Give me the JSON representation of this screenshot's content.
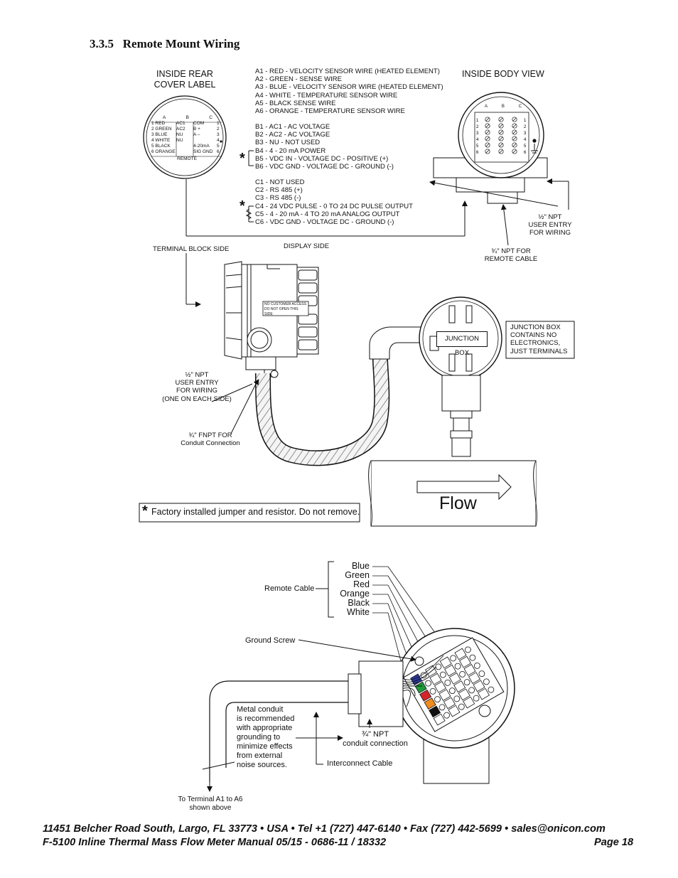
{
  "section": {
    "number": "3.3.5",
    "title": "Remote Mount Wiring"
  },
  "labels": {
    "inside_rear_cover": [
      "INSIDE REAR",
      "COVER LABEL"
    ],
    "inside_body_view": "INSIDE BODY VIEW",
    "terminal_block_side": "TERMINAL BLOCK SIDE",
    "display_side": "DISPLAY SIDE",
    "npt_half_body": [
      "½\" NPT",
      "USER ENTRY",
      "FOR WIRING"
    ],
    "npt_3q_remote": [
      "¾\" NPT FOR",
      "REMOTE CABLE"
    ],
    "npt_half_sides": [
      "½\" NPT",
      "USER ENTRY",
      "FOR WIRING",
      "(ONE ON EACH SIDE)"
    ],
    "fnpt_conduit": [
      "¾\" FNPT FOR",
      "Conduit Connection"
    ],
    "no_access": [
      "NO CUSTOMER ACCESS",
      "DO NOT OPEN THIS SIDE"
    ],
    "junction_box": "JUNCTION BOX",
    "junction_note": [
      "JUNCTION BOX",
      "CONTAINS NO",
      "ELECTRONICS,",
      "JUST TERMINALS"
    ],
    "flow": "Flow",
    "factory_note_star": "*",
    "factory_note": "Factory installed jumper and resistor. Do not remove.",
    "remote_cable": "Remote Cable",
    "wire_colors": [
      "Blue",
      "Green",
      "Red",
      "Orange",
      "Black",
      "White"
    ],
    "ground_screw": "Ground Screw",
    "metal_conduit": [
      "Metal conduit",
      "is recommended",
      "with appropriate",
      "grounding to",
      "minimize effects",
      "from external",
      "noise sources."
    ],
    "npt_3q_conduit": [
      "¾\" NPT",
      "conduit connection"
    ],
    "interconnect_cable": "Interconnect Cable",
    "to_terminal": [
      "To Terminal A1 to A6",
      "shown above"
    ]
  },
  "wire_definitions": {
    "A": [
      "A1 - RED - VELOCITY SENSOR WIRE (HEATED ELEMENT)",
      "A2 - GREEN - SENSE WIRE",
      "A3 - BLUE - VELOCITY SENSOR WIRE (HEATED ELEMENT)",
      "A4 - WHITE - TEMPERATURE SENSOR WIRE",
      "A5 - BLACK SENSE WIRE",
      "A6 - ORANGE - TEMPERATURE SENSOR WIRE"
    ],
    "B": [
      "B1 - AC1 - AC VOLTAGE",
      "B2 - AC2 - AC VOLTAGE",
      "B3 - NU - NOT USED",
      "B4 - 4 - 20 mA POWER",
      "B5 - VDC IN - VOLTAGE DC - POSITIVE (+)",
      "B6 - VDC GND - VOLTAGE DC - GROUND (-)"
    ],
    "C": [
      "C1 - NOT USED",
      "C2 - RS 485 (+)",
      "C3 - RS 485 (-)",
      "C4 - 24 VDC PULSE - 0 TO 24 DC PULSE OUTPUT",
      "C5 - 4 - 20 mA - 4 TO 20 mA ANALOG OUTPUT",
      "C6 - VDC GND - VOLTAGE DC - GROUND (-)"
    ],
    "star": "*"
  },
  "rear_label": {
    "headers": [
      "A",
      "B",
      "C"
    ],
    "rows": [
      [
        "1  RED",
        "AC1",
        "COM",
        "1"
      ],
      [
        "2  GREEN",
        "AC2",
        "B +",
        "2"
      ],
      [
        "3  BLUE",
        "NU",
        "A –",
        "3"
      ],
      [
        "4  WHITE",
        "NU",
        "",
        "4"
      ],
      [
        "5  BLACK",
        "",
        "4-20mA",
        "5"
      ],
      [
        "6  ORANGE",
        "",
        "SIG GND",
        "6"
      ]
    ],
    "footer": "REMOTE"
  },
  "body_view": {
    "headers": [
      "A",
      "B",
      "C"
    ],
    "rows": [
      "1",
      "2",
      "3",
      "4",
      "5",
      "6"
    ]
  },
  "footer": {
    "line1": "11451 Belcher Road South, Largo, FL 33773 • USA • Tel +1 (727) 447-6140 • Fax (727) 442-5699 • sales@onicon.com",
    "line2": "F-5100 Inline Thermal Mass Flow Meter Manual 05/15 - 0686-11 / 18332",
    "page": "Page   18"
  },
  "colors": {
    "blue": "#2b3aa0",
    "green": "#1e9a3a",
    "red": "#d4262a",
    "orange": "#f08c1e",
    "black": "#111111",
    "white": "#ffffff",
    "pipe_gray": "#e5e5e5"
  }
}
